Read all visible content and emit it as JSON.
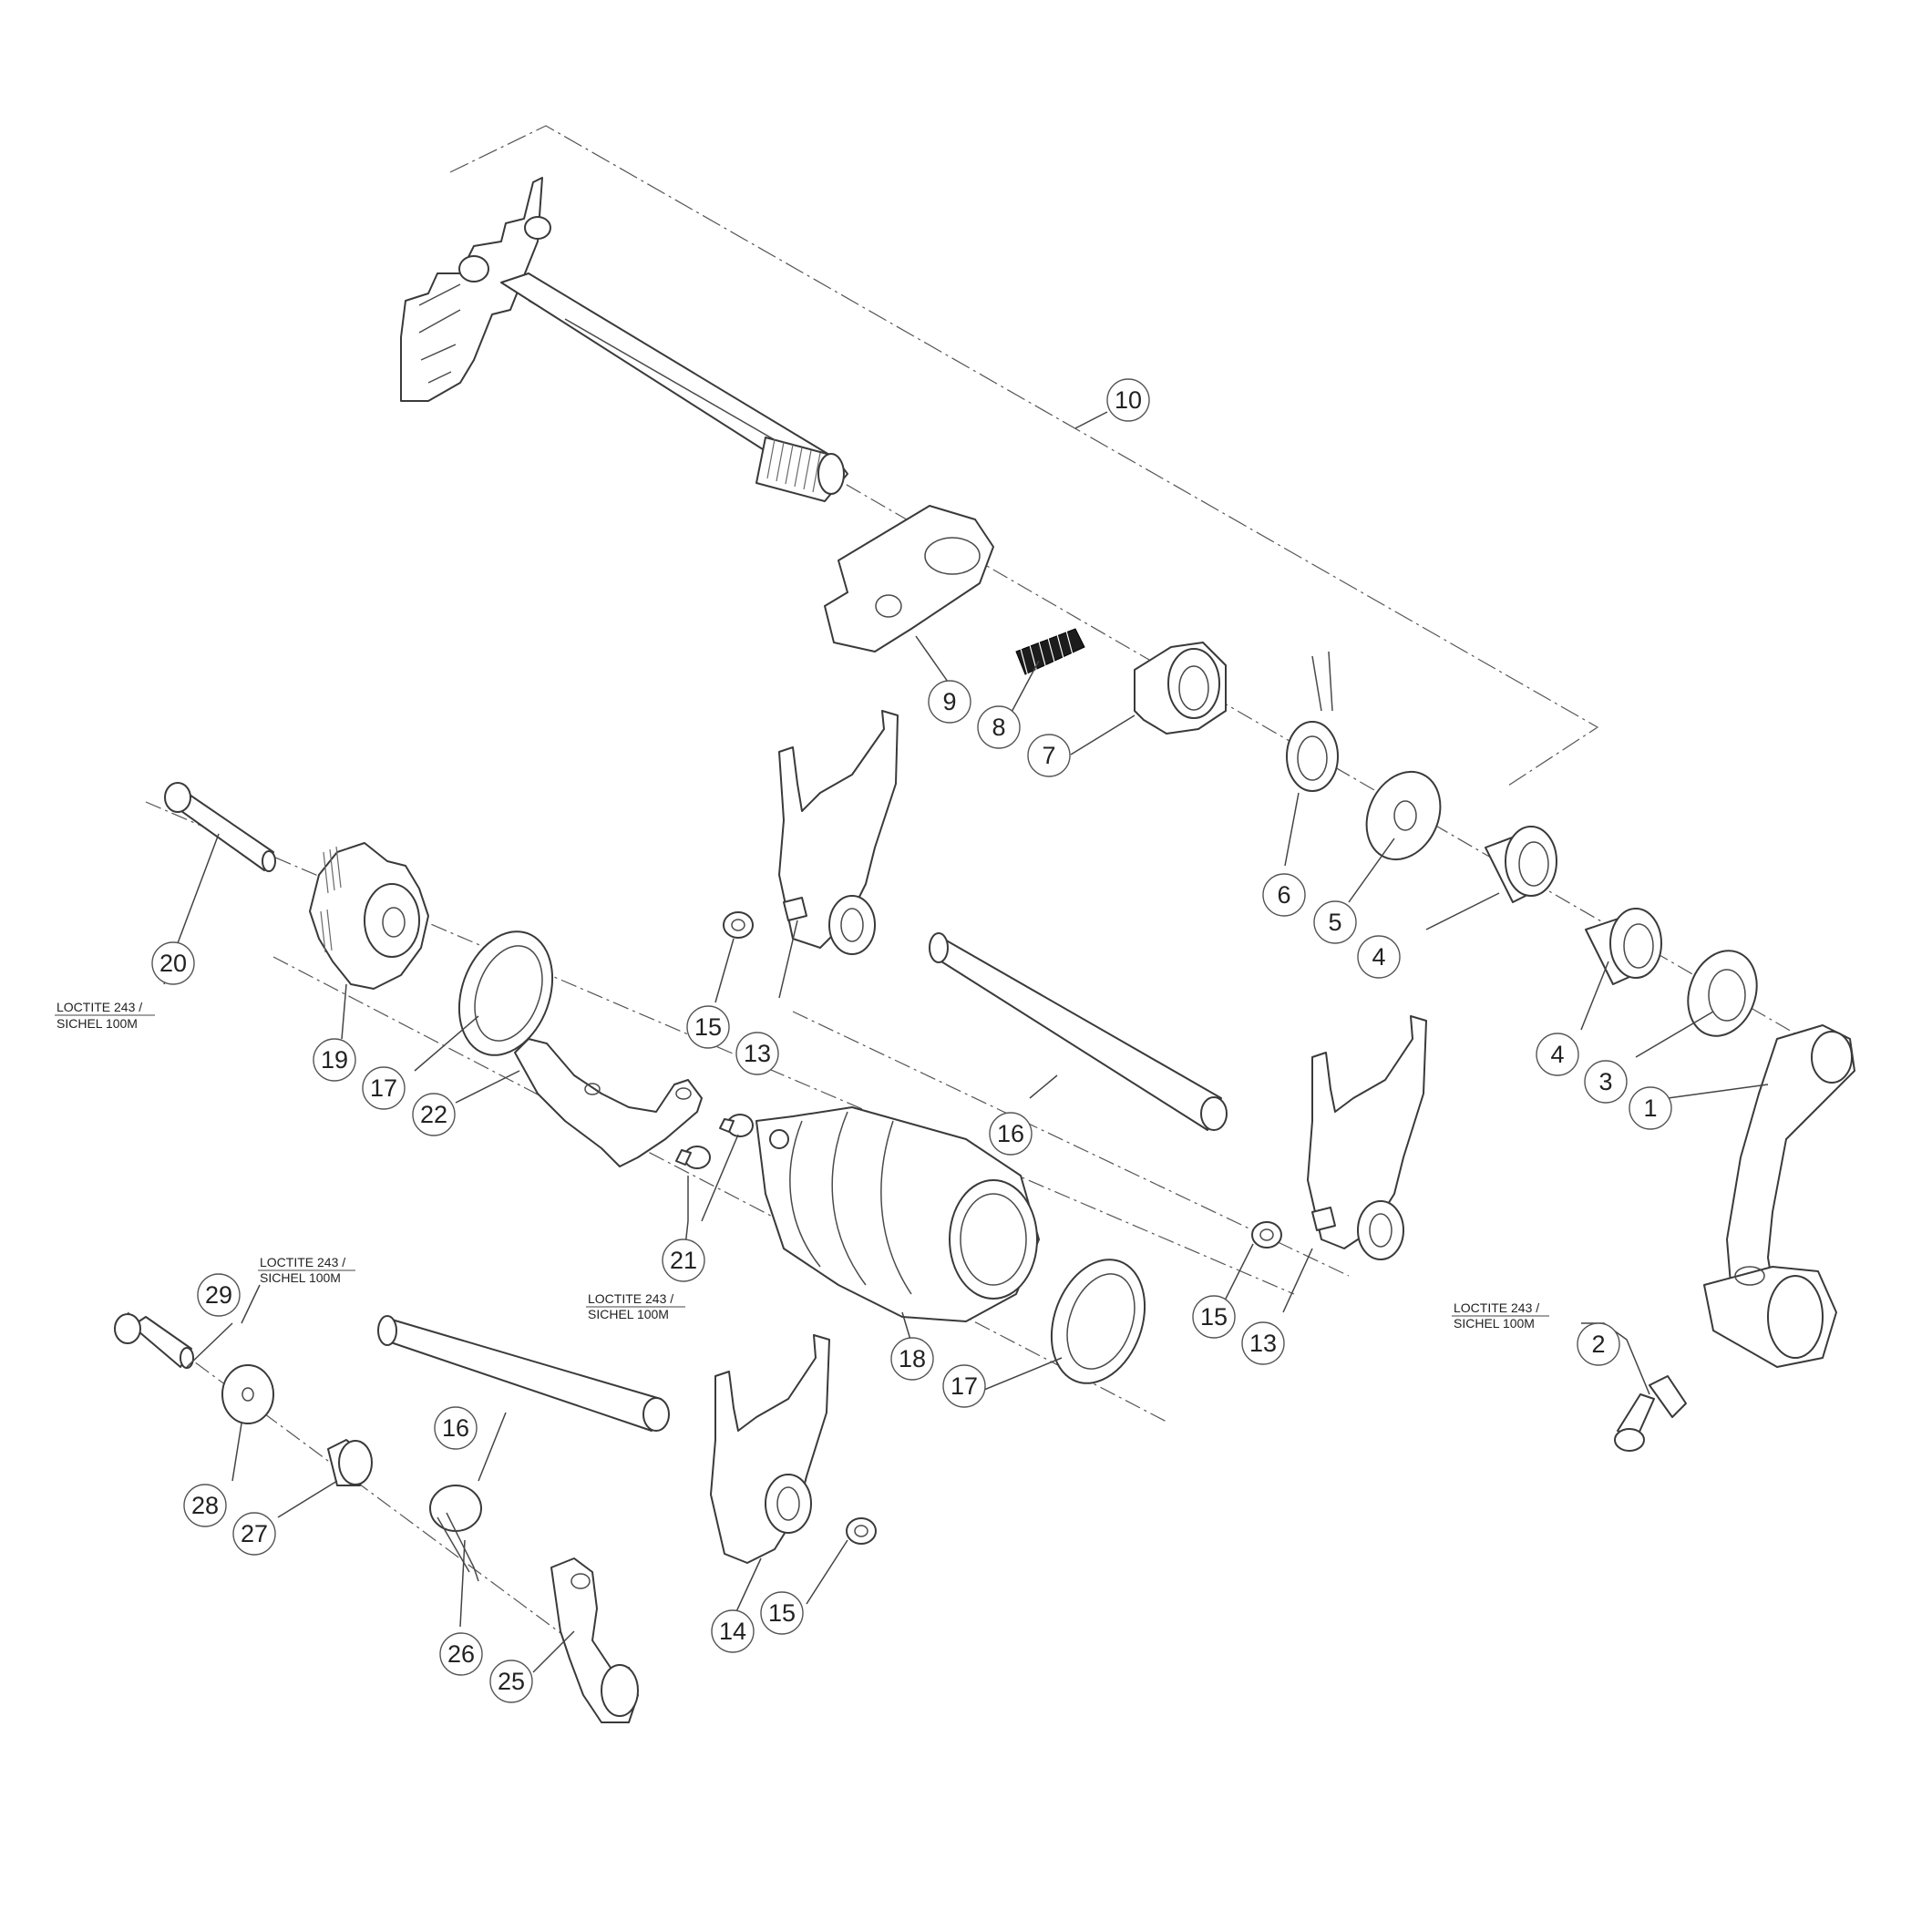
{
  "diagram": {
    "callouts": [
      {
        "id": "c1",
        "label": "1"
      },
      {
        "id": "c2",
        "label": "2"
      },
      {
        "id": "c3",
        "label": "3"
      },
      {
        "id": "c4a",
        "label": "4"
      },
      {
        "id": "c4b",
        "label": "4"
      },
      {
        "id": "c5",
        "label": "5"
      },
      {
        "id": "c6",
        "label": "6"
      },
      {
        "id": "c7",
        "label": "7"
      },
      {
        "id": "c8",
        "label": "8"
      },
      {
        "id": "c9",
        "label": "9"
      },
      {
        "id": "c10",
        "label": "10"
      },
      {
        "id": "c13a",
        "label": "13"
      },
      {
        "id": "c13b",
        "label": "13"
      },
      {
        "id": "c14",
        "label": "14"
      },
      {
        "id": "c15a",
        "label": "15"
      },
      {
        "id": "c15b",
        "label": "15"
      },
      {
        "id": "c15c",
        "label": "15"
      },
      {
        "id": "c16a",
        "label": "16"
      },
      {
        "id": "c16b",
        "label": "16"
      },
      {
        "id": "c17a",
        "label": "17"
      },
      {
        "id": "c17b",
        "label": "17"
      },
      {
        "id": "c18",
        "label": "18"
      },
      {
        "id": "c19",
        "label": "19"
      },
      {
        "id": "c20",
        "label": "20"
      },
      {
        "id": "c21",
        "label": "21"
      },
      {
        "id": "c22",
        "label": "22"
      },
      {
        "id": "c25",
        "label": "25"
      },
      {
        "id": "c26",
        "label": "26"
      },
      {
        "id": "c27",
        "label": "27"
      },
      {
        "id": "c28",
        "label": "28"
      },
      {
        "id": "c29",
        "label": "29"
      }
    ],
    "notes": [
      {
        "id": "n20",
        "line1": "LOCTITE 243 /",
        "line2": "SICHEL 100M"
      },
      {
        "id": "n29",
        "line1": "LOCTITE 243 /",
        "line2": "SICHEL 100M"
      },
      {
        "id": "n21",
        "line1": "LOCTITE 243 /",
        "line2": "SICHEL 100M"
      },
      {
        "id": "n2",
        "line1": "LOCTITE 243 /",
        "line2": "SICHEL 100M"
      }
    ]
  }
}
